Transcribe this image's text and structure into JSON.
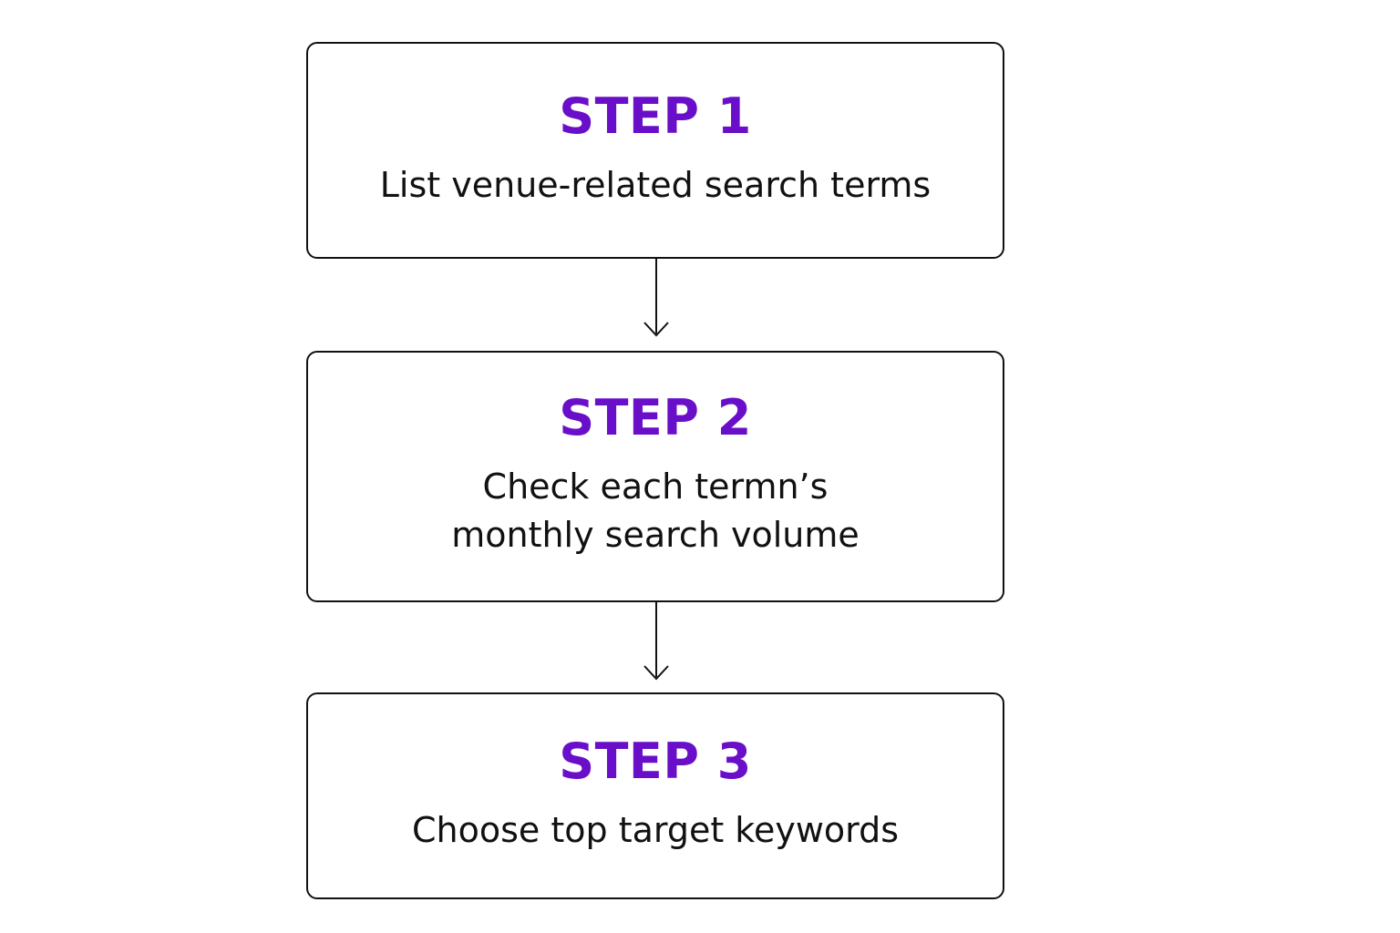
{
  "theme": {
    "accent_color": "#6a0fc9",
    "border_color": "#111111",
    "text_color": "#111111"
  },
  "steps": [
    {
      "title": "STEP 1",
      "lines": [
        "List venue-related search terms"
      ]
    },
    {
      "title": "STEP 2",
      "lines": [
        "Check each termn’s",
        "monthly search volume"
      ]
    },
    {
      "title": "STEP 3",
      "lines": [
        "Choose top target keywords"
      ]
    }
  ]
}
